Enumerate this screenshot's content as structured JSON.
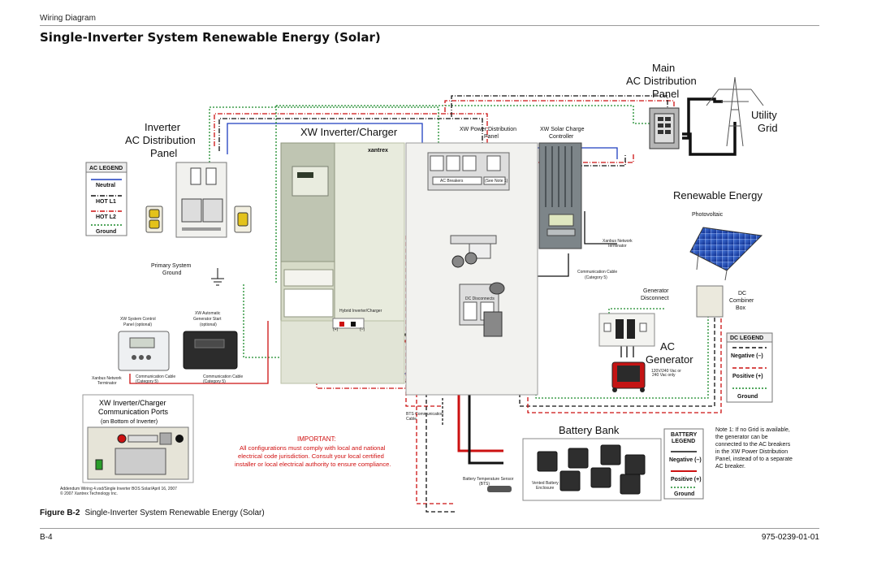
{
  "header": {
    "section": "Wiring Diagram",
    "title": "Single-Inverter System Renewable Energy (Solar)"
  },
  "diagram": {
    "main_panel": [
      "Main",
      "AC  Distribution",
      "Panel"
    ],
    "utility": [
      "Utility",
      "Grid"
    ],
    "inverter_panel": [
      "Inverter",
      "AC  Distribution",
      "Panel"
    ],
    "xw_inverter": "XW Inverter/Charger",
    "brand": "xantrex",
    "power_dist": [
      "XW Power Distribution",
      "Panel"
    ],
    "solar_cc": [
      "XW Solar Charge",
      "Controller"
    ],
    "renewable": "Renewable Energy",
    "photovoltaic": "Photovoltaic",
    "dc_combiner": [
      "DC",
      "Combiner",
      "Box"
    ],
    "ac_breakers": "AC Breakers",
    "see_note": "(See Note 1)",
    "dc_disconnects": "DC Disconnects",
    "hybrid_label": "Hybrid Inverter/Charger",
    "plus": "(+)",
    "minus": "(–)",
    "primary_ground": [
      "Primary System",
      "Ground"
    ],
    "xanbus_term_right": [
      "Xanbus Network",
      "Terminator"
    ],
    "comm_cable": [
      "Communication Cable",
      "(Category 5)"
    ],
    "gen_disconnect": [
      "Generator",
      "Disconnect"
    ],
    "ac_generator": [
      "AC",
      "Generator"
    ],
    "gen_note": [
      "120V/240 Vac or",
      "240 Vac only"
    ],
    "sys_control": [
      "XW System Control",
      "Panel (optional)"
    ],
    "ags": [
      "XW Automatic",
      "Generator Start",
      "(optional)"
    ],
    "xanbus_term_left": [
      "Xanbus Network",
      "Terminator"
    ],
    "comm_cable_a": [
      "Communication Cable",
      "(Category 5)"
    ],
    "comm_cable_b": [
      "Communication Cable",
      "(Category 5)"
    ],
    "comm_ports": [
      "XW Inverter/Charger",
      "Communication Ports",
      "(on Bottom of Inverter)"
    ],
    "important": {
      "heading": "IMPORTANT:",
      "lines": [
        "All configurations must comply with local and national",
        "electrical code jurisdiction.  Consult your local certified",
        "installer or local electrical authority to ensure compliance."
      ]
    },
    "battery_bank": "Battery Bank",
    "vented": [
      "Vented Battery",
      "Enclosure"
    ],
    "bts_cable": [
      "BTS Communication",
      "Cable"
    ],
    "bts_sensor": [
      "Battery Temperature Sensor",
      "(BTS)"
    ],
    "addendum": [
      "Addendum Wiring 4.vsd/Single Inverter BOS Solar/April 16, 2007",
      "© 2007 Xantrex Technology Inc."
    ],
    "note": [
      "Note 1:  If no Grid is available,",
      "the generator can be",
      "connected to the AC breakers",
      "in the XW Power Distribution",
      "Panel, instead of to a separate",
      "AC breaker."
    ],
    "ac_legend": {
      "title": "AC LEGEND",
      "items": [
        "Neutral",
        "HOT L1",
        "HOT L2",
        "Ground"
      ]
    },
    "dc_legend": {
      "title": "DC LEGEND",
      "items": [
        "Negative (–)",
        "Positive (+)",
        "Ground"
      ]
    },
    "battery_legend": {
      "title": [
        "BATTERY",
        "LEGEND"
      ],
      "items": [
        "Negative (–)",
        "Positive (+)",
        "Ground"
      ]
    }
  },
  "caption": {
    "label": "Figure B-2",
    "text": "Single-Inverter System Renewable Energy (Solar)"
  },
  "footer": {
    "page": "B-4",
    "doc": "975-0239-01-01"
  },
  "colors": {
    "neutral": "#1f3fbf",
    "hot_l1": "#111111",
    "hot_l2": "#cc1111",
    "ground": "#1a8a2a",
    "important": "#d01010"
  }
}
